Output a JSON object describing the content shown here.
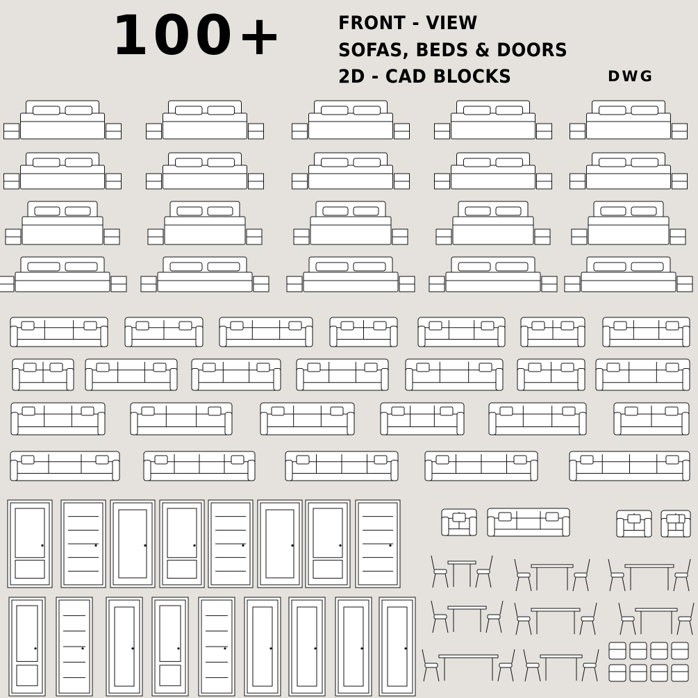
{
  "header": {
    "count": "100+",
    "line1": "FRONT - VIEW",
    "line2": "SOFAS, BEDS & DOORS",
    "line3": "2D - CAD BLOCKS",
    "format_badge": "DWG"
  },
  "colors": {
    "background": "#e5e2de",
    "stroke": "#111111",
    "fill": "#ffffff"
  }
}
